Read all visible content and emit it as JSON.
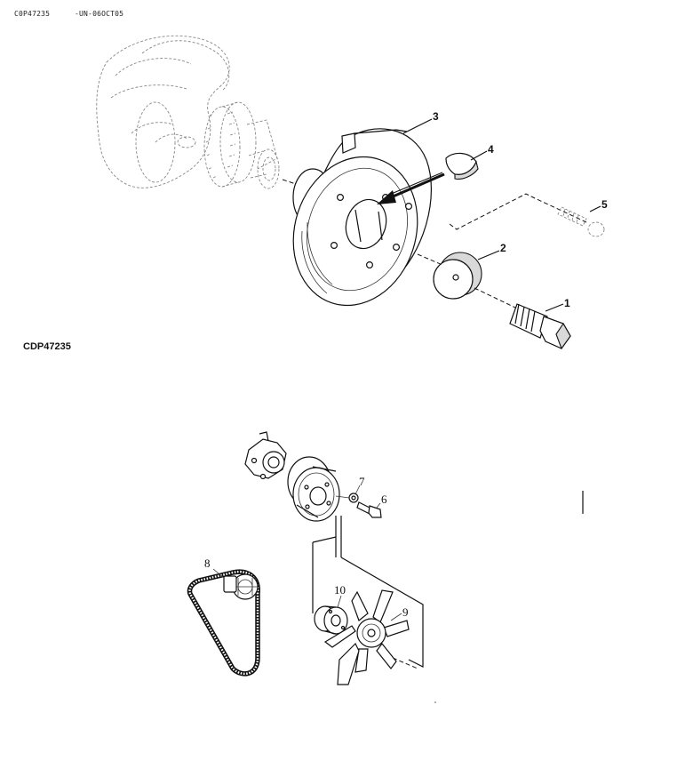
{
  "header": {
    "code": "C0P47235",
    "date_code": "-UN-06OCT05"
  },
  "caption": "CDP47235",
  "callouts": {
    "c1": "1",
    "c2": "2",
    "c3": "3",
    "c4": "4",
    "c5": "5",
    "c6": "6",
    "c7": "7",
    "c8": "8",
    "c9": "9",
    "c10": "10"
  }
}
